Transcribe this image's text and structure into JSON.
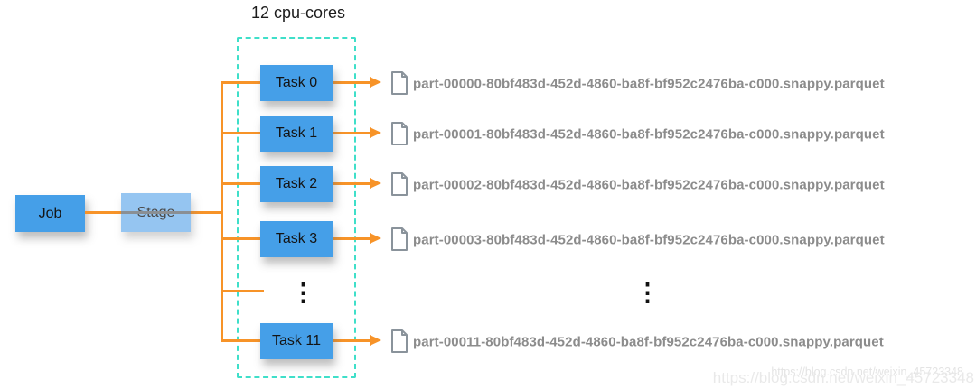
{
  "title": "12 cpu-cores",
  "job_label": "Job",
  "stage_label": "Stage",
  "rows": [
    {
      "task": "Task 0",
      "file": "part-00000-80bf483d-452d-4860-ba8f-bf952c2476ba-c000.snappy.parquet"
    },
    {
      "task": "Task 1",
      "file": "part-00001-80bf483d-452d-4860-ba8f-bf952c2476ba-c000.snappy.parquet"
    },
    {
      "task": "Task 2",
      "file": "part-00002-80bf483d-452d-4860-ba8f-bf952c2476ba-c000.snappy.parquet"
    },
    {
      "task": "Task 3",
      "file": "part-00003-80bf483d-452d-4860-ba8f-bf952c2476ba-c000.snappy.parquet"
    },
    {
      "task": "Task 11",
      "file": "part-00011-80bf483d-452d-4860-ba8f-bf952c2476ba-c000.snappy.parquet"
    }
  ],
  "ellipsis_glyph": "⋮",
  "watermark": {
    "small": "https://blog.csdn.net/weixin_45723348",
    "large": "https://blog.csdn.net/weixin_45723348"
  },
  "colors": {
    "task_blue": "#459fe8",
    "stage_blue": "#8cc0f0",
    "arrow_orange": "#f79328",
    "dashed_teal": "#3fdfc9",
    "file_text_gray": "#8c8c8c"
  }
}
